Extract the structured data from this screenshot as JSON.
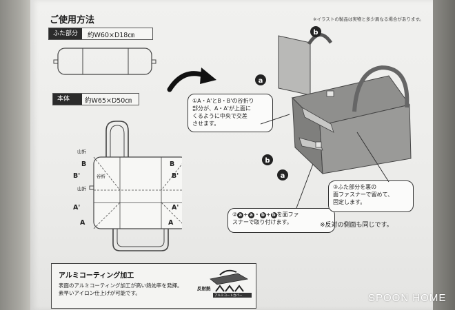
{
  "heading": "ご使用方法",
  "top_note": "※イラストの製品は実物と多少異なる場合があります。",
  "lid": {
    "label": "ふた部分",
    "dimension": "約W60×D18㎝"
  },
  "body_part": {
    "label": "本体",
    "dimension": "約W65×D50㎝"
  },
  "callouts": {
    "step1": [
      "①A・A'とB・B'の谷折り",
      "部分が、A・A'が上面に",
      "くるように中央で交差",
      "させます。"
    ],
    "step2": "②ⓐ+ⓐ・ⓑ+ⓑを面ファスナーで取り付けます。",
    "step2_lines": [
      "②",
      "を面ファ",
      "スナーで取り付けます。"
    ],
    "step3": [
      "③ふた部分を裏の",
      "面ファスナーで留めて、",
      "固定します。"
    ],
    "reverse_note": "※反対の側面も同じです。"
  },
  "markers": {
    "a": "a",
    "b": "b",
    "plus": "+",
    "dot": "・"
  },
  "diagram_labels": {
    "yamaori": "山折",
    "taniori": "谷折",
    "A": "A",
    "A_prime": "A'",
    "B": "B",
    "B_prime": "B'"
  },
  "aluminum": {
    "title": "アルミコーティング加工",
    "line1": "表面のアルミコーティング加工が高い熱効率を発揮。",
    "line2": "素早いアイロン仕上げが可能です。",
    "icon_label": "反射熱",
    "icon_caption": "アルミコートカバー"
  },
  "watermark": "SPOON HOME"
}
